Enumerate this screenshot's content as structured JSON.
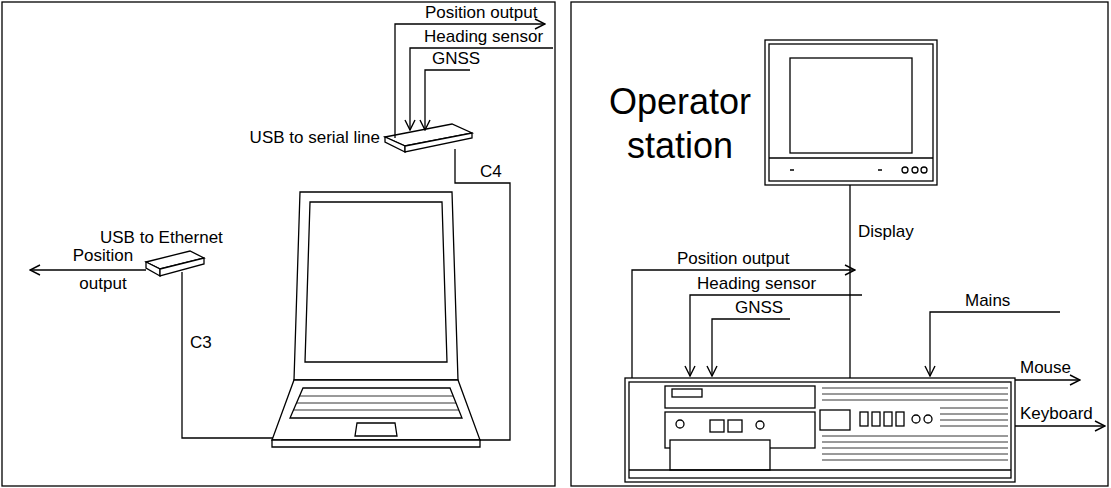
{
  "diagram": {
    "labels": [
      "Position output",
      "Heading sensor",
      "GNSS",
      "USB to serial line",
      "C4",
      "USB to Ethernet",
      "Position output",
      "C3",
      "Operator station",
      "Display",
      "Position output",
      "Heading sensor",
      "GNSS",
      "Mains",
      "Mouse",
      "Keyboard"
    ]
  }
}
